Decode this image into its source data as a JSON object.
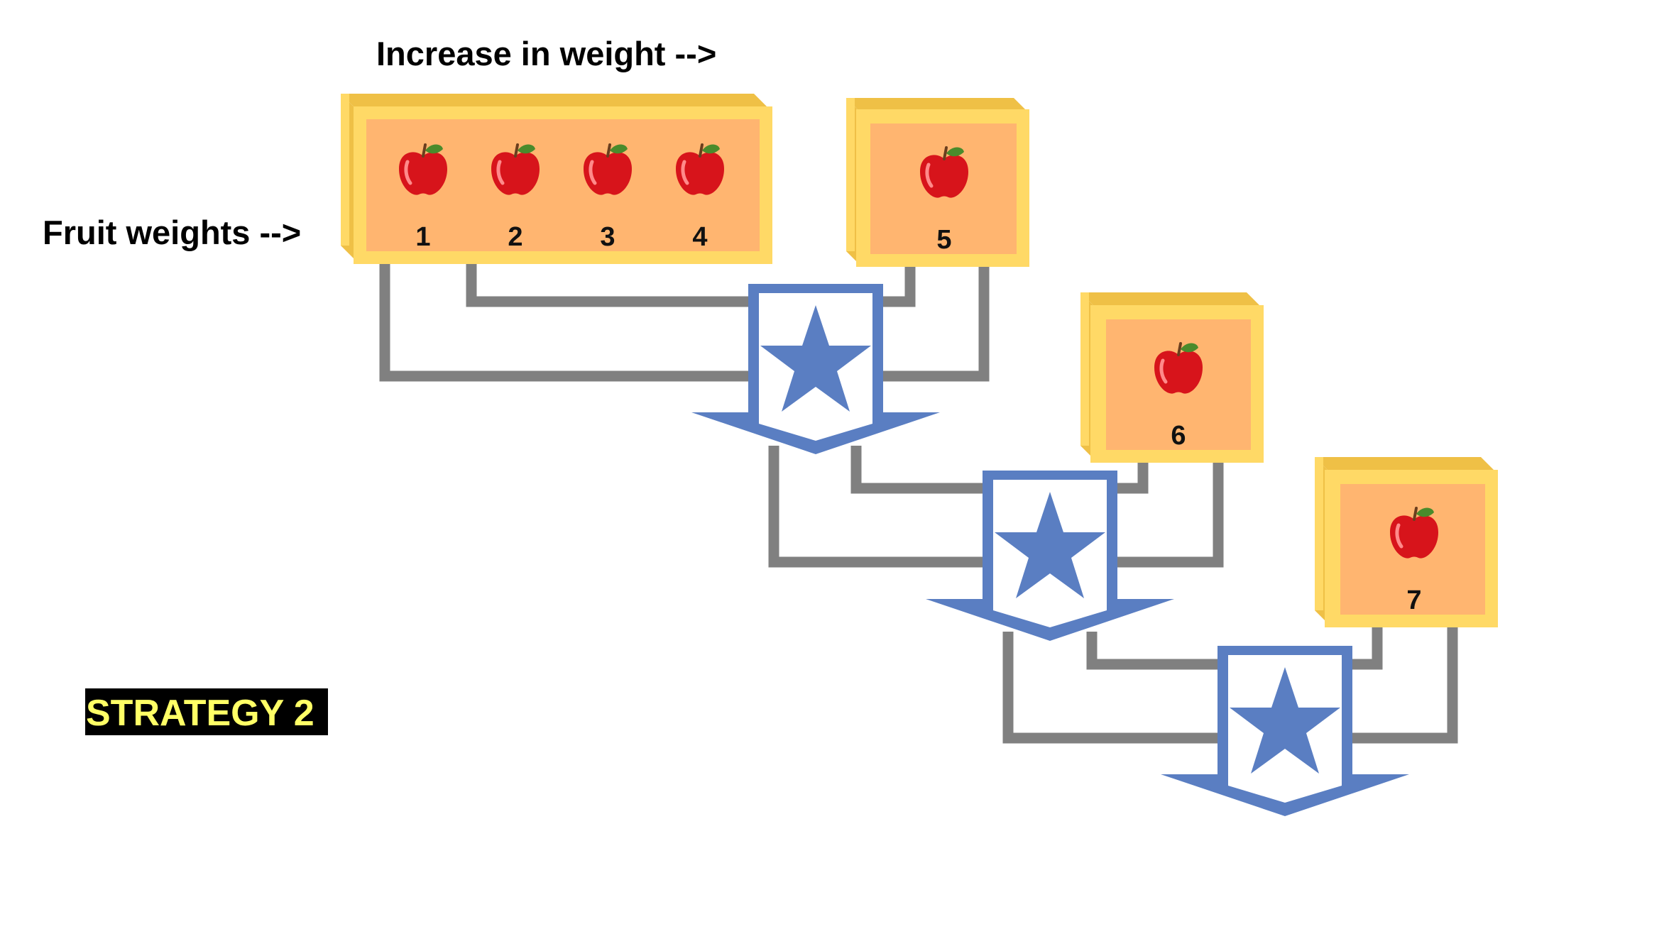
{
  "header": {
    "increase_label": "Increase in weight -->",
    "fruit_weights_label": "Fruit weights -->"
  },
  "strategy": {
    "label": "STRATEGY 2"
  },
  "boxes": [
    {
      "fruits": [
        "1",
        "2",
        "3",
        "4"
      ]
    },
    {
      "fruits": [
        "5"
      ]
    },
    {
      "fruits": [
        "6"
      ]
    },
    {
      "fruits": [
        "7"
      ]
    }
  ],
  "icons": {
    "fruit": "apple-icon",
    "merge": "star-icon"
  },
  "colors": {
    "box_frame": "#FFD966",
    "box_frame_dark": "#EFC046",
    "box_fill": "#FFB570",
    "connector": "#808080",
    "merge_outline": "#5A7EC2",
    "merge_star": "#5A7EC2",
    "apple_red": "#D7141B",
    "apple_leaf": "#4A8B2C",
    "strategy_bg": "#000000",
    "strategy_text": "#FFFF66"
  }
}
